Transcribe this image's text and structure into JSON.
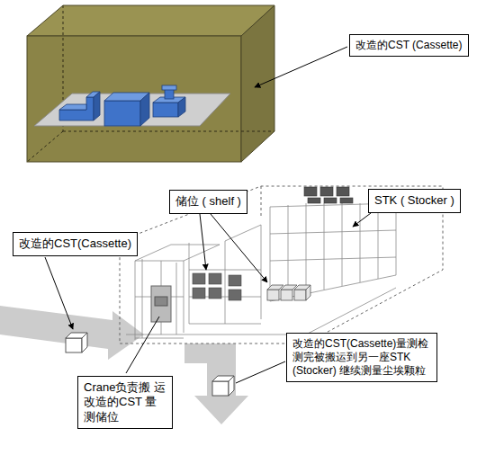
{
  "diagram": {
    "nodes": [
      {
        "text": [
          "改造的CST (Cassette)"
        ]
      },
      {
        "text": [
          "储位 ( shelf )"
        ]
      },
      {
        "text": [
          "STK ( Stocker )"
        ]
      },
      {
        "text": [
          "改造的CST(Cassette)"
        ]
      },
      {
        "text": [
          "Crane负责搬 运改造的CST 量测储位"
        ]
      },
      {
        "text": [
          "改造的CST(Cassette)量测检 测完被搬运到另一座STK (Stocker) 继续测量尘埃颗粒"
        ]
      }
    ]
  }
}
